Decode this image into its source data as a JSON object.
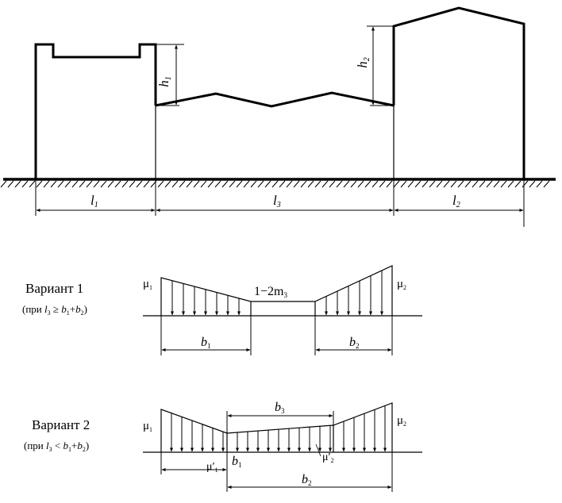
{
  "top": {
    "h1_label": "h",
    "h1_sub": "1",
    "h2_label": "h",
    "h2_sub": "2",
    "span_labels": [
      {
        "main": "l",
        "sub": "1"
      },
      {
        "main": "l",
        "sub": "3"
      },
      {
        "main": "l",
        "sub": "2"
      }
    ]
  },
  "variant1": {
    "title": "Вариант 1",
    "condition_prefix": "(при ",
    "condition_l": "l",
    "condition_l_sub": "3",
    "condition_rest": " ≥ ",
    "condition_b1": "b",
    "condition_b1_sub": "1",
    "condition_plus": "+",
    "condition_b2": "b",
    "condition_b2_sub": "2",
    "condition_close": ")",
    "mu1": "μ",
    "mu1_sub": "1",
    "mu2": "μ",
    "mu2_sub": "2",
    "mid_label": "1−2m",
    "mid_sub": "3",
    "b1": "b",
    "b1_sub": "1",
    "b2": "b",
    "b2_sub": "2"
  },
  "variant2": {
    "title": "Вариант 2",
    "condition_prefix": "(при ",
    "condition_l": "l",
    "condition_l_sub": "3",
    "condition_rest": " < ",
    "condition_b1": "b",
    "condition_b1_sub": "1",
    "condition_plus": "+",
    "condition_b2": "b",
    "condition_b2_sub": "2",
    "condition_close": ")",
    "mu1": "μ",
    "mu1_sub": "1",
    "mu2": "μ",
    "mu2_sub": "2",
    "mu1p": "μ′",
    "mu1p_sub": "1",
    "mu2p": "μ′",
    "mu2p_sub": "2",
    "b1": "b",
    "b1_sub": "1",
    "b2": "b",
    "b2_sub": "2",
    "b3": "b",
    "b3_sub": "3"
  }
}
